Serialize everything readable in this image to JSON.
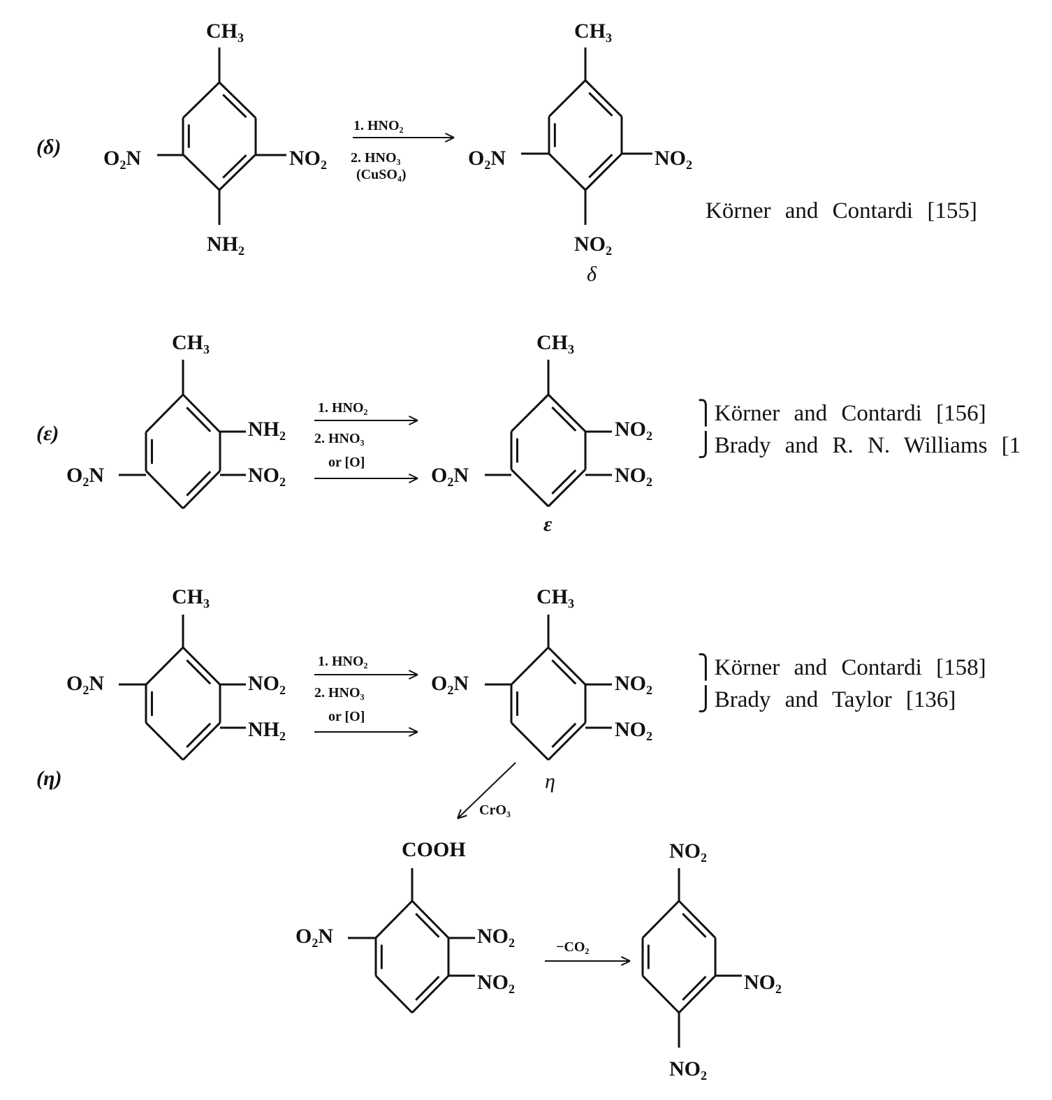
{
  "reactions": [
    {
      "label": "(δ)",
      "start": {
        "top": "CH₃",
        "left": "O₂N",
        "right": "NO₂",
        "bottom": "NH₂"
      },
      "reagents": [
        "1. HNO₂",
        "2. HNO₃",
        "(CuSO₄)"
      ],
      "product": {
        "top": "CH₃",
        "left": "O₂N",
        "right": "NO₂",
        "bottom": "NO₂",
        "name": "δ"
      },
      "references": [
        "Körner and Contardi [155]"
      ]
    },
    {
      "label": "(ε)",
      "start": {
        "top": "CH₃",
        "right_upper": "NH₂",
        "right_lower": "NO₂",
        "left": "O₂N"
      },
      "reagents": [
        "1. HNO₂",
        "2. HNO₃",
        "or [O]"
      ],
      "product": {
        "top": "CH₃",
        "right_upper": "NO₂",
        "right_lower": "NO₂",
        "left": "O₂N",
        "name": "ε"
      },
      "references": [
        "Körner and Contardi [156]",
        "Brady and R. N. Williams [1"
      ]
    },
    {
      "label": "(η)",
      "start": {
        "top": "CH₃",
        "left": "O₂N",
        "right_upper": "NO₂",
        "right_lower": "NH₂"
      },
      "reagents": [
        "1. HNO₂",
        "2. HNO₃",
        "or [O]"
      ],
      "product": {
        "top": "CH₃",
        "left": "O₂N",
        "right_upper": "NO₂",
        "right_lower": "NO₂",
        "name": "η"
      },
      "references": [
        "Körner and Contardi [158]",
        "Brady and Taylor [136]"
      ],
      "oxidation_reagent": "CrO₃",
      "acid": {
        "top": "COOH",
        "left": "O₂N",
        "right_upper": "NO₂",
        "right_lower": "NO₂"
      },
      "decarboxylation_reagent": "−CO₂",
      "final": {
        "top": "NO₂",
        "right": "NO₂",
        "bottom": "NO₂"
      }
    }
  ]
}
